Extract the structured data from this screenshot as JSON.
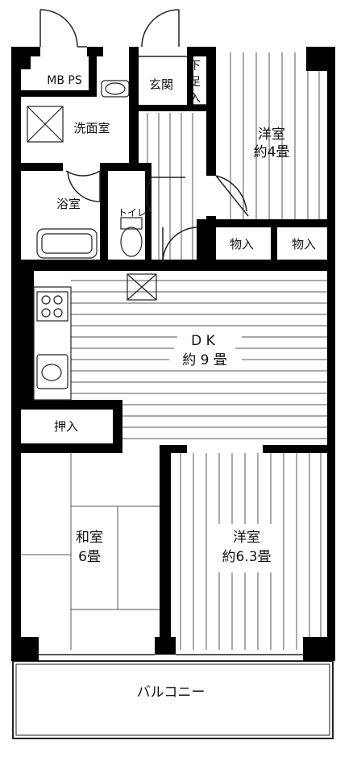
{
  "rooms": {
    "mb_ps": "MB PS",
    "genkan": "玄関",
    "getabako": [
      "下",
      "足",
      "入"
    ],
    "senmenshitsu": "洗面室",
    "yokushitsu": "浴室",
    "toilet": "トイレ",
    "youshitsu_north": {
      "name": "洋室",
      "size": "約4畳"
    },
    "monoire_1": "物入",
    "monoire_2": "物入",
    "dk": {
      "name": "D K",
      "size": "約 9 畳"
    },
    "oshiire": "押入",
    "washitsu": {
      "name": "和室",
      "size": "6畳"
    },
    "youshitsu_south": {
      "name": "洋室",
      "size": "約6.3畳"
    },
    "balcony": "バルコニー"
  }
}
